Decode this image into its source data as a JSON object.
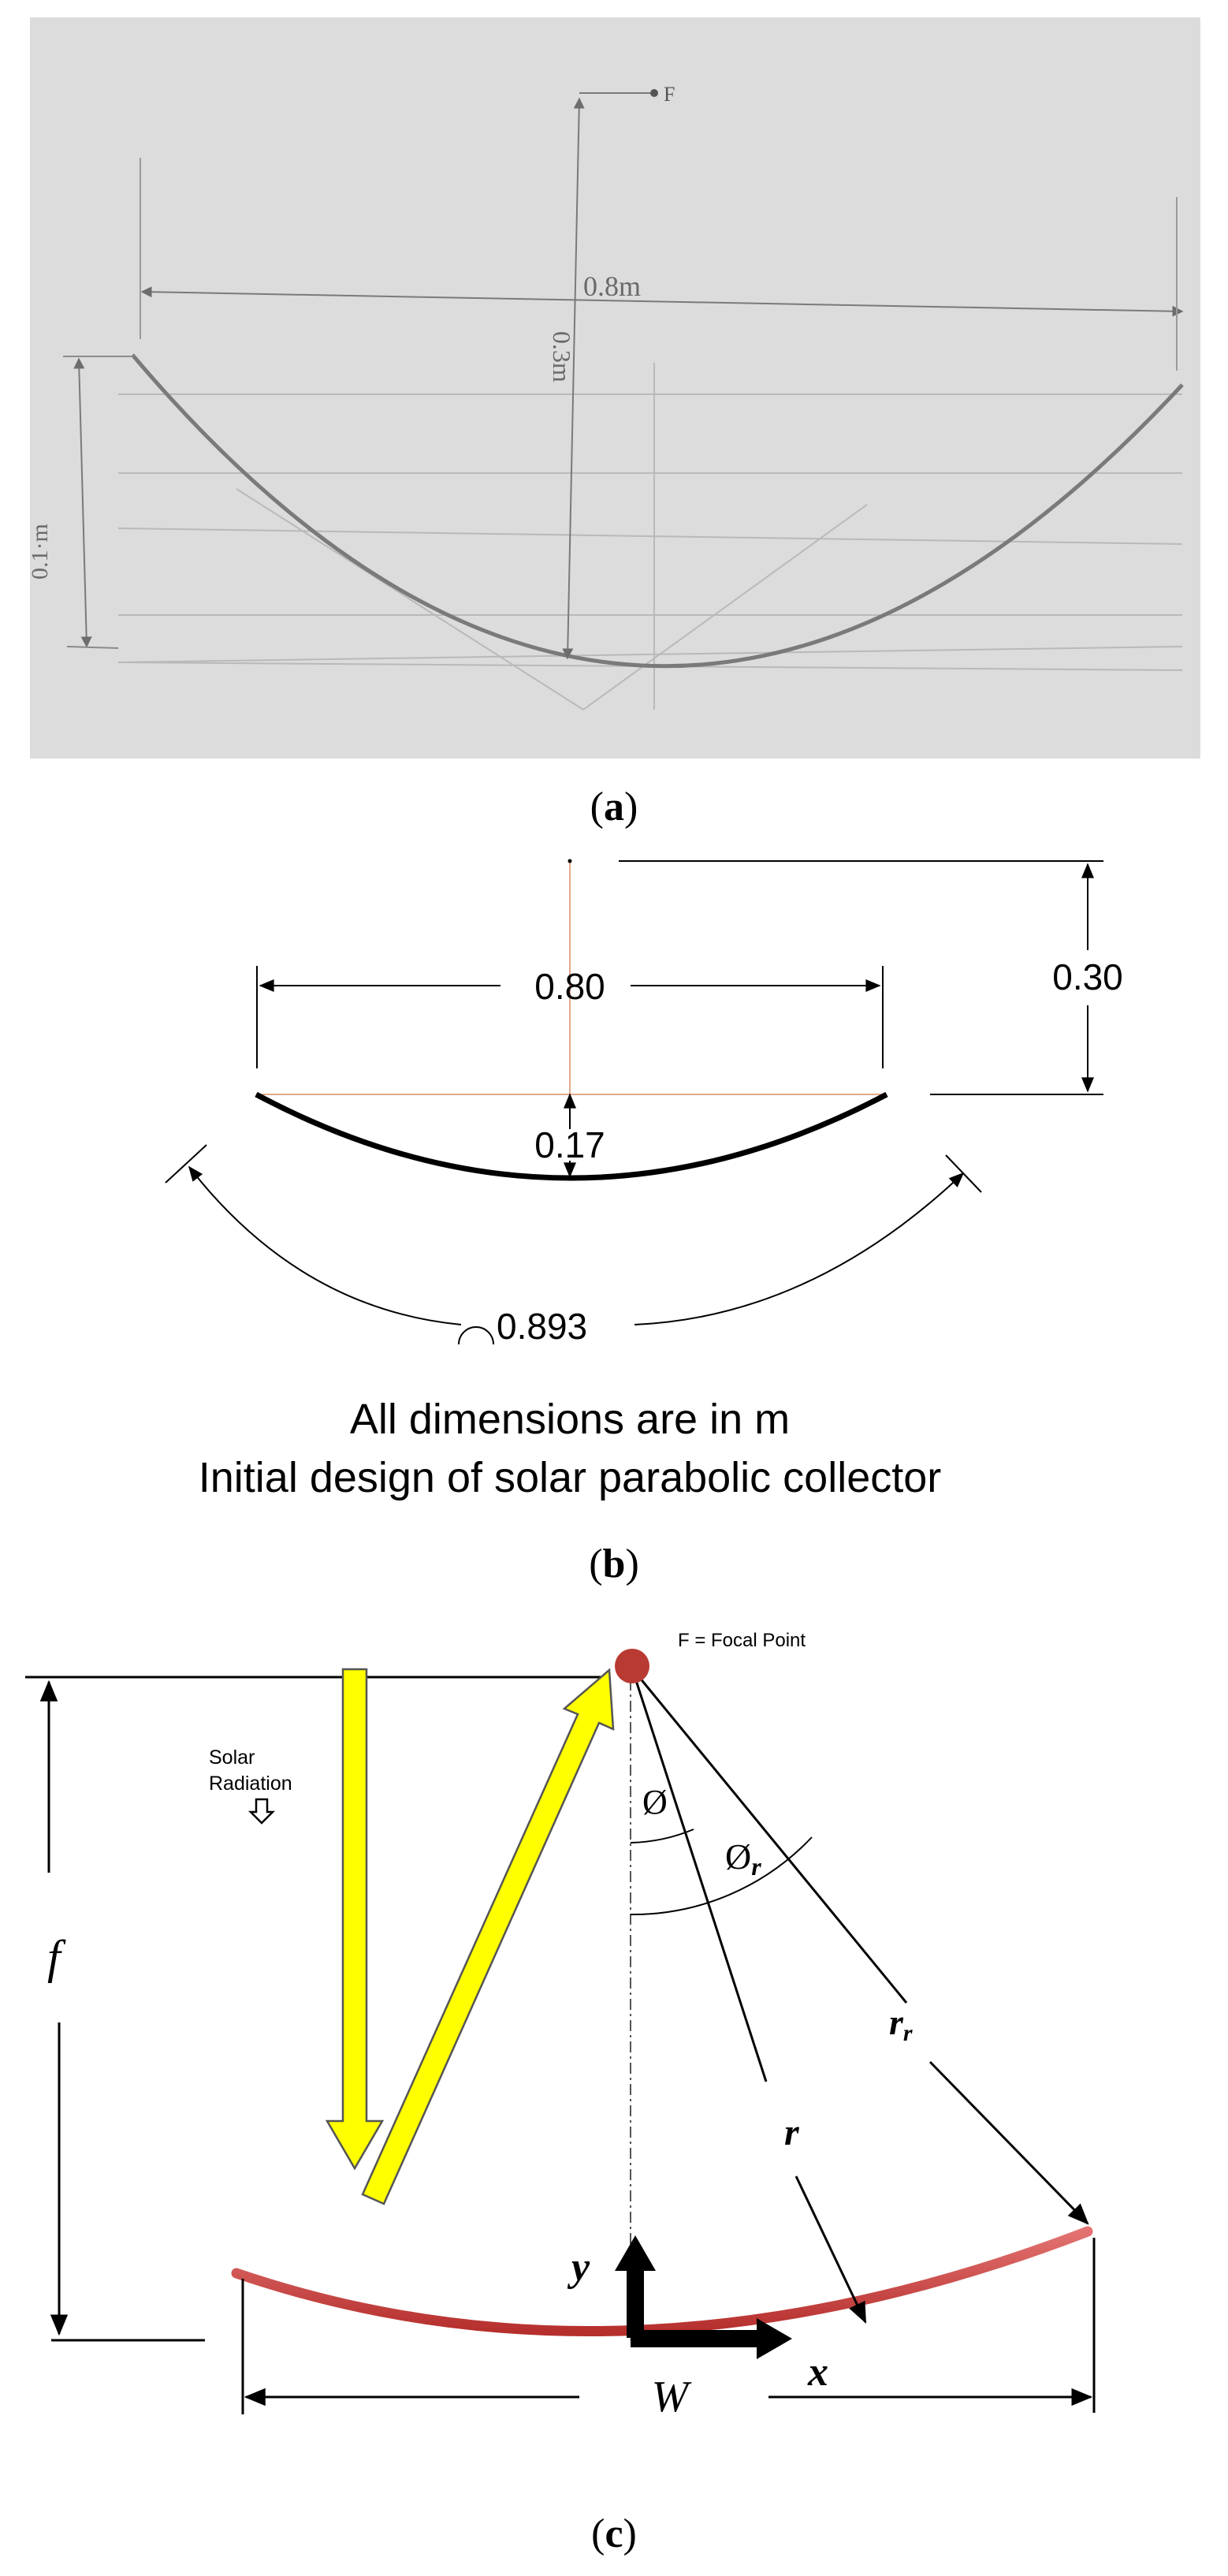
{
  "colors": {
    "photo_paper": "#dcdcdc",
    "pencil": "#7a7a7a",
    "ink": "#000000",
    "aperture_line": "#e1a98b",
    "collector_red": "#c8403e",
    "focal_point": "#b83a32",
    "ray_yellow": "#ffff00",
    "ray_outline": "#555555"
  },
  "panel_a": {
    "focal_label": "F",
    "width_label": "0.8m",
    "center_label": "0.3m",
    "depth_label": "0.1·m",
    "caption_open": "(",
    "caption_letter": "a",
    "caption_close": ")"
  },
  "panel_b": {
    "width_label": "0.80",
    "height_label": "0.30",
    "depth_label": "0.17",
    "arc_label": "0.893",
    "note_line1": "All dimensions are in m",
    "note_line2": "Initial design of solar parabolic collector",
    "caption_open": "(",
    "caption_letter": "b",
    "caption_close": ")"
  },
  "panel_c": {
    "focal_point_label": "F = Focal Point",
    "solar_label_line1": "Solar",
    "solar_label_line2": "Radiation",
    "phi_label": "Ø",
    "phi_r_label": "Ø",
    "phi_r_sub": "r",
    "rr_label": "r",
    "rr_sub": "r",
    "r_label": "r",
    "f_label": "f",
    "y_label": "y",
    "x_label": "x",
    "w_label": "W",
    "caption_open": "(",
    "caption_letter": "c",
    "caption_close": ")"
  }
}
